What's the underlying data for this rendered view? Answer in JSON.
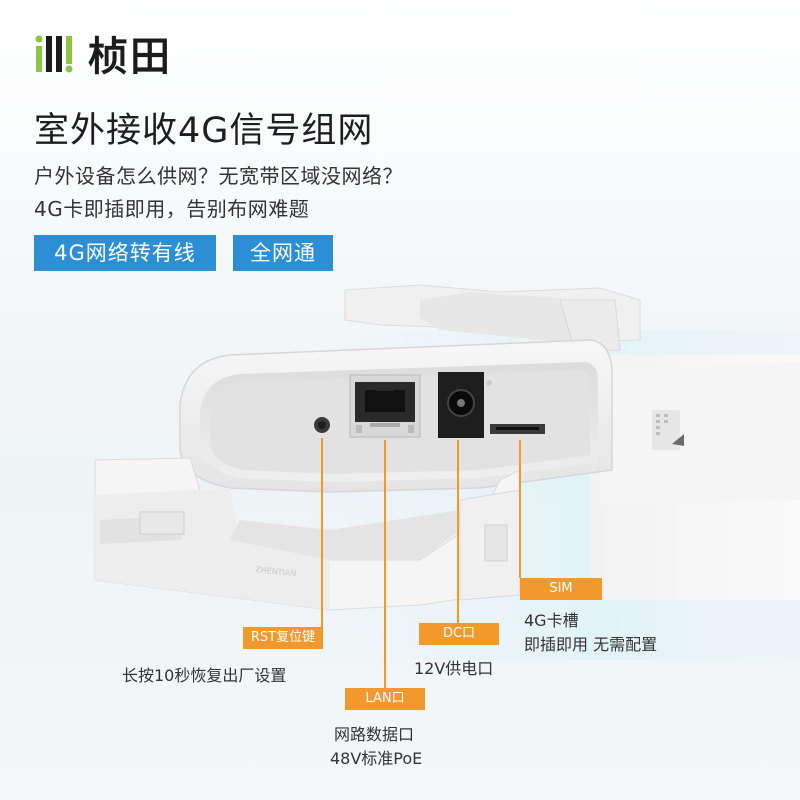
{
  "brand": {
    "name": "桢田"
  },
  "headline": "室外接收4G信号组网",
  "subtitle": {
    "line1": "户外设备怎么供网？无宽带区域没网络？",
    "line2": "4G卡即插即用，告别布网难题"
  },
  "tags": [
    "4G网络转有线",
    "全网通"
  ],
  "ports": {
    "rst": {
      "label": "RST复位键",
      "desc": "长按10秒恢复出厂设置"
    },
    "lan": {
      "label": "LAN口",
      "desc1": "网路数据口",
      "desc2": "48V标准PoE"
    },
    "dc": {
      "label": "DC口",
      "desc": "12V供电口"
    },
    "sim": {
      "label": "SIM",
      "desc1": "4G卡槽",
      "desc2": "即插即用 无需配置"
    }
  },
  "colors": {
    "accent_blue": "#2c8fd6",
    "label_orange": "#f2992e",
    "logo_green": "#8cc63f"
  }
}
